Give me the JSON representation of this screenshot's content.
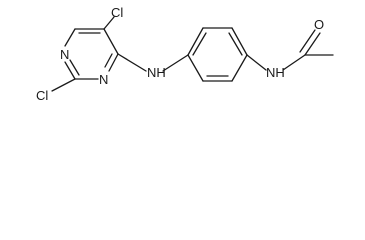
{
  "molecule": {
    "atoms": {
      "cl_top": "Cl",
      "cl_left": "Cl",
      "n_ring_top": "N",
      "n_ring_bottom": "N",
      "nh_link": "NH",
      "nh_amide": "NH",
      "o_carbonyl": "O"
    }
  }
}
